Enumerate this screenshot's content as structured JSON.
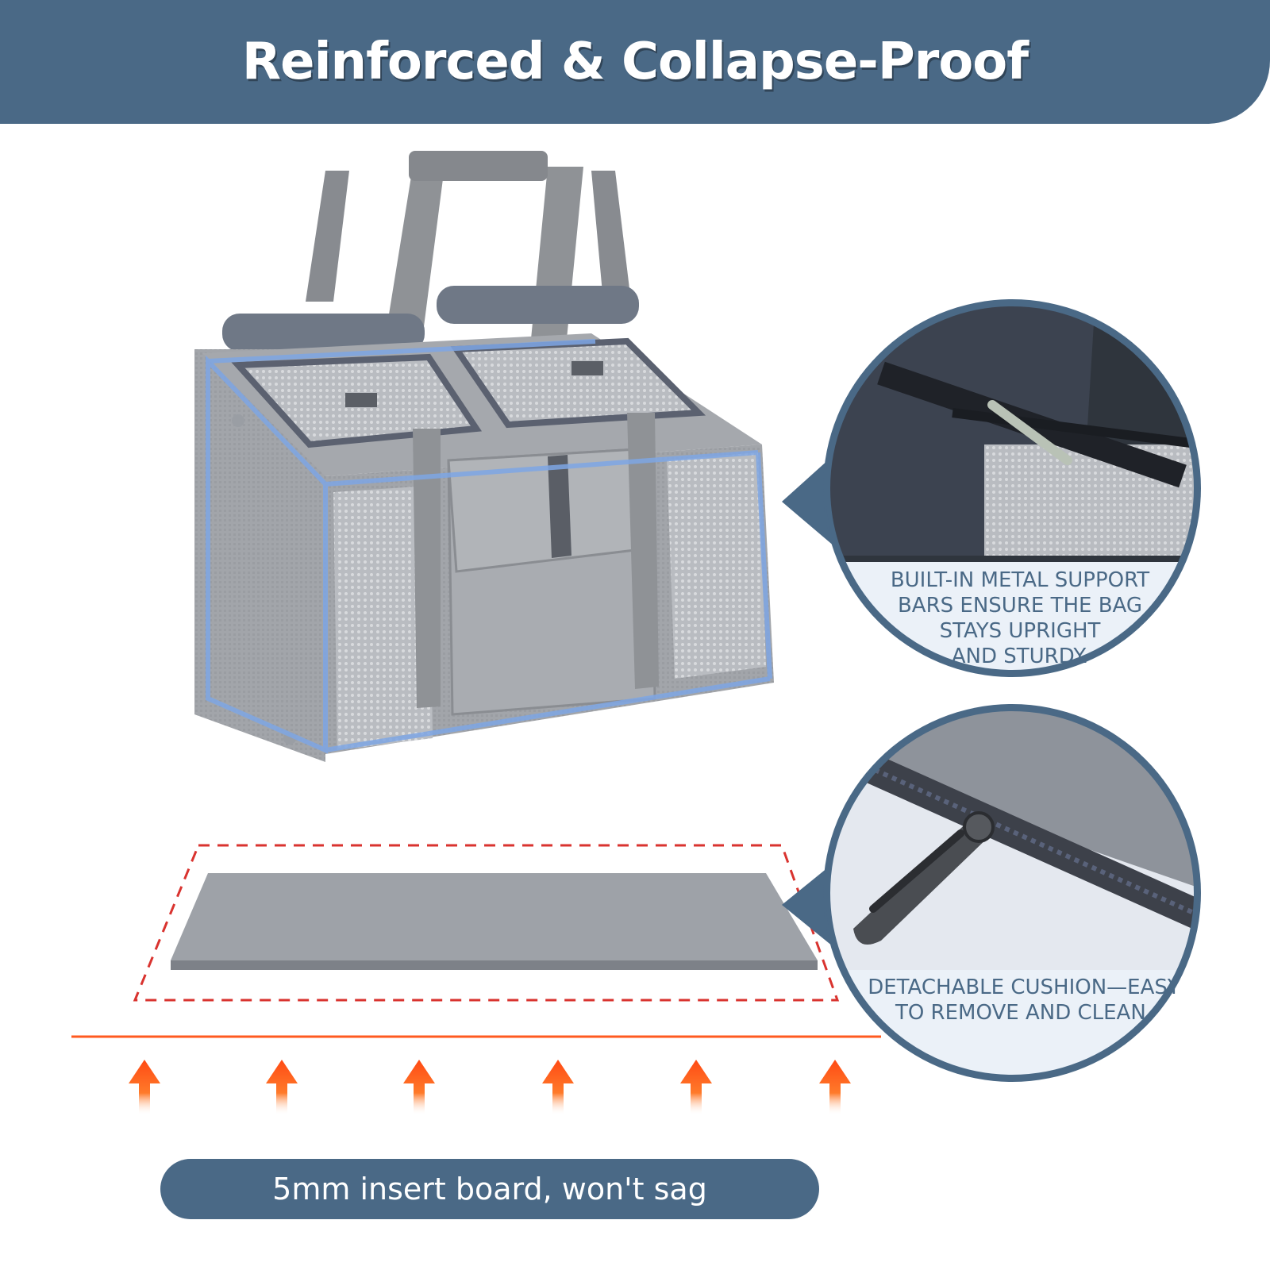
{
  "banner": {
    "title": "Reinforced & Collapse-Proof"
  },
  "callouts": [
    {
      "caption_lines": [
        "BUILT-IN METAL SUPPORT",
        "BARS ENSURE THE BAG",
        "STAYS UPRIGHT",
        "AND STURDY."
      ]
    },
    {
      "caption_lines": [
        "DETACHABLE CUSHION—EASY",
        "TO REMOVE AND CLEAN."
      ]
    }
  ],
  "footer": {
    "label": "5mm insert board, won't sag"
  },
  "colors": {
    "brand_blue": "#4a6986",
    "bag_gray": "#9a9da2",
    "arrow_orange": "#ff5a1f",
    "dash_red": "#d9332f"
  },
  "icons": [
    "up-arrow-icon",
    "zipper-pull-icon",
    "support-bar-icon"
  ]
}
